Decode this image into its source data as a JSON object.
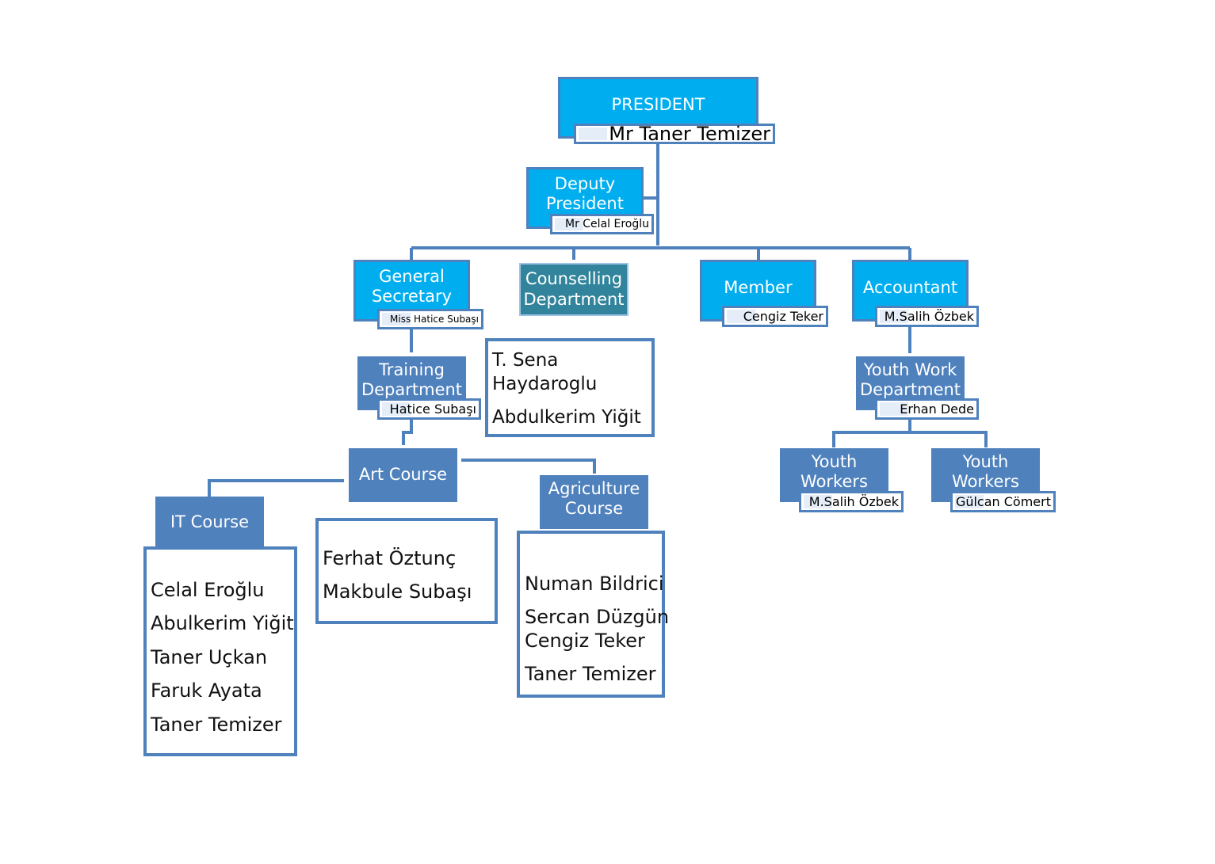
{
  "president": {
    "title": "PRESIDENT",
    "name": "Mr Taner Temizer"
  },
  "deputy": {
    "title_line1": "Deputy",
    "title_line2": "President",
    "name": "Mr Celal Eroğlu"
  },
  "general_secretary": {
    "title_line1": "General",
    "title_line2": "Secretary",
    "name": "Miss Hatice Subaşı"
  },
  "counselling": {
    "title_line1": "Counselling",
    "title_line2": "Department",
    "members": [
      "T. Sena",
      "Haydaroglu",
      "Abdulkerim Yiğit"
    ]
  },
  "member": {
    "title": "Member",
    "name": "Cengiz Teker"
  },
  "accountant": {
    "title": "Accountant",
    "name": "M.Salih Özbek"
  },
  "training": {
    "title_line1": "Training",
    "title_line2": "Department",
    "name": "Hatice Subaşı"
  },
  "youth_work": {
    "title_line1": "Youth Work",
    "title_line2": "Department",
    "name": "Erhan Dede"
  },
  "youth_workers_1": {
    "title_line1": "Youth",
    "title_line2": "Workers",
    "name": "M.Salih Özbek"
  },
  "youth_workers_2": {
    "title_line1": "Youth",
    "title_line2": "Workers",
    "name": "Gülcan Cömert"
  },
  "art_course": {
    "title": "Art Course",
    "members": [
      "Ferhat Öztunç",
      "Makbule Subaşı"
    ]
  },
  "it_course": {
    "title": "IT Course",
    "members": [
      "Celal Eroğlu",
      "Abulkerim Yiğit",
      "Taner Uçkan",
      "Faruk Ayata",
      "Taner Temizer"
    ]
  },
  "agriculture_course": {
    "title_line1": "Agriculture",
    "title_line2": "Course",
    "members": [
      "Numan Bildrici",
      "Sercan Düzgün",
      "Cengiz Teker",
      "Taner Temizer"
    ]
  },
  "colors": {
    "cyan": "#00aeef",
    "steel_blue": "#4f81bd",
    "teal": "#31849b",
    "connector": "#4f81bd"
  }
}
